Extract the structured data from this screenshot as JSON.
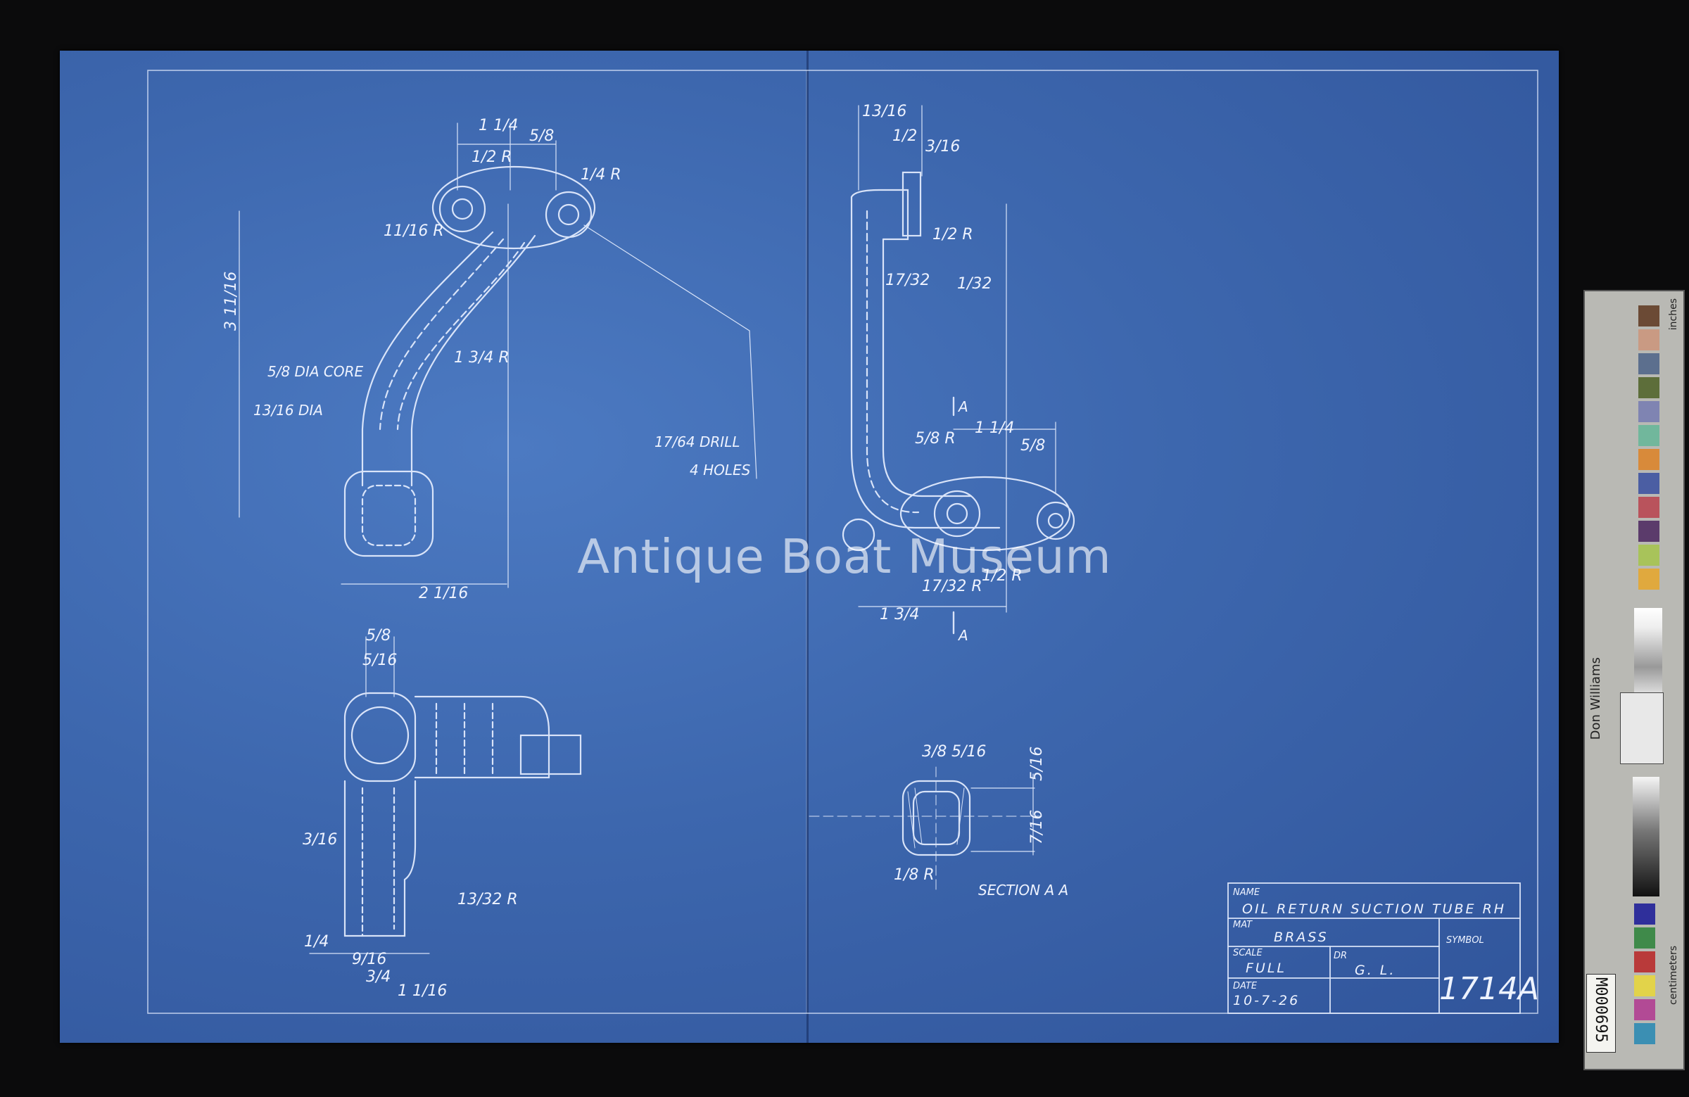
{
  "watermark": "Antique Boat Museum",
  "title_block": {
    "name_label": "NAME",
    "name_value": "OIL RETURN SUCTION TUBE RH",
    "mat_label": "MAT",
    "mat_value": "BRASS",
    "symbol_label": "SYMBOL",
    "symbol_value": "1714A",
    "scale_label": "SCALE",
    "scale_value": "FULL",
    "dr_label": "DR",
    "dr_value": "G. L.",
    "date_label": "DATE",
    "date_value": "10-7-26"
  },
  "notes": {
    "drill": "17/64 DRILL",
    "holes": "4 HOLES",
    "core": "5/8 DIA CORE",
    "dia": "13/16 DIA",
    "section": "SECTION A A",
    "section_mark": "A"
  },
  "dims": {
    "d1": "1 1/4",
    "d2": "5/8",
    "d3": "1/2 R",
    "d4": "1/4 R",
    "d5": "11/16 R",
    "d6": "3 11/16",
    "d7": "1 3/4 R",
    "d8": "2 1/16",
    "d9": "13/16",
    "d10": "1/2",
    "d11": "3/16",
    "d12": "1/2 R",
    "d13": "17/32",
    "d14": "1/32",
    "d15": "5/8 R",
    "d16": "1 1/4",
    "d17": "5/8",
    "d18": "1 3/4",
    "d19": "17/32 R",
    "d20": "1/2 R",
    "d21": "5/8",
    "d22": "5/16",
    "d23": "3/16",
    "d24": "13/32 R",
    "d25": "1/4",
    "d26": "9/16",
    "d27": "3/4",
    "d28": "1 1/16",
    "d29": "3/8",
    "d30": "5/16",
    "d31": "5/16",
    "d32": "7/16",
    "d33": "1/8 R"
  },
  "color_target": {
    "inches_label": "inches",
    "centimeters_label": "centimeters",
    "brand": "Don Williams",
    "id": "M000695",
    "colors": [
      "#6b4a35",
      "#c99a83",
      "#5c6f8e",
      "#5d6e3a",
      "#7f84b2",
      "#71b79c",
      "#d88a3a",
      "#4b5ea3",
      "#b9535c",
      "#5b3b6b",
      "#a8c35a",
      "#e0a93e"
    ],
    "bottom_colors": [
      "#2f2f9b",
      "#3f8a4a",
      "#b93a3a",
      "#e2d34a",
      "#b24a95",
      "#3b8fb3"
    ]
  }
}
